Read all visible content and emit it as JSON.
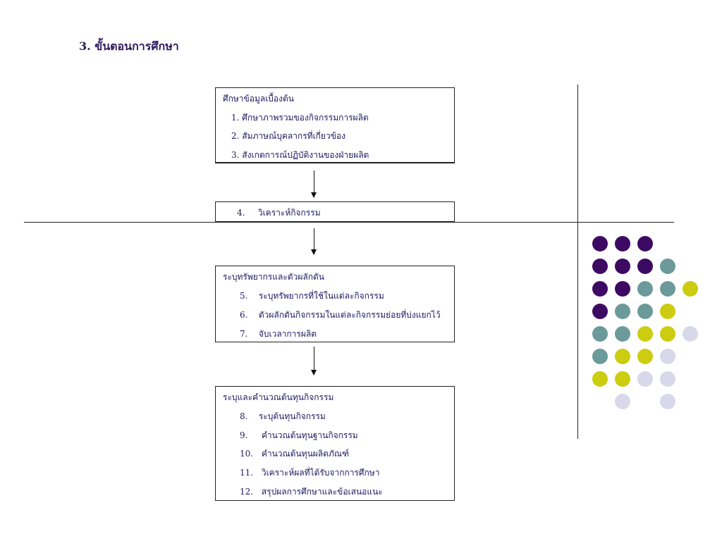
{
  "title": "3. ขั้นตอนการศึกษา",
  "boxes": [
    {
      "heading": "ศึกษาข้อมูลเบื้องต้น",
      "items": [
        {
          "num": "1.",
          "text": "ศึกษาภาพรวมของกิจกรรมการผลิต"
        },
        {
          "num": "2.",
          "text": "สัมภาษณ์บุคลากรที่เกี่ยวข้อง"
        },
        {
          "num": "3.",
          "text": "สังเกตการณ์ปฏิบัติงานของฝ่ายผลิต"
        }
      ]
    },
    {
      "heading": "",
      "items": [
        {
          "num": "4.",
          "text": "วิเคราะห์กิจกรรม"
        }
      ]
    },
    {
      "heading": "ระบุทรัพยากรและตัวผลักดัน",
      "items": [
        {
          "num": "5.",
          "text": "ระบุทรัพยากรที่ใช้ในแต่ละกิจกรรม"
        },
        {
          "num": "6.",
          "text": "ตัวผลักดันกิจกรรมในแต่ละกิจกรรมย่อยที่บ่งแยกไว้"
        },
        {
          "num": "7.",
          "text": "จับเวลาการผลิต"
        }
      ]
    },
    {
      "heading": "ระบุและคำนวณต้นทุนกิจกรรม",
      "items": [
        {
          "num": "8.",
          "text": "ระบุต้นทุนกิจกรรม"
        },
        {
          "num": "9.",
          "text": "คำนวณต้นทุนฐานกิจกรรม"
        },
        {
          "num": "10.",
          "text": "คำนวณต้นทุนผลิตภัณฑ์"
        },
        {
          "num": "11.",
          "text": "วิเคราะห์ผลที่ได้รับจากการศึกษา"
        },
        {
          "num": "12.",
          "text": "สรุปผลการศึกษาและข้อเสนอแนะ"
        }
      ]
    }
  ],
  "colors": {
    "title": "#2e1a5e",
    "text": "#1e1960",
    "dot_purple": "#3d0a63",
    "dot_teal": "#6c9a9a",
    "dot_yellow": "#cccc10",
    "dot_lavender": "#d8d8ea"
  },
  "dot_grid": [
    [
      "purple",
      "purple",
      "purple",
      "",
      "",
      ""
    ],
    [
      "purple",
      "purple",
      "purple",
      "teal",
      "",
      ""
    ],
    [
      "purple",
      "purple",
      "teal",
      "teal",
      "yellow",
      ""
    ],
    [
      "purple",
      "teal",
      "teal",
      "yellow",
      "",
      ""
    ],
    [
      "teal",
      "teal",
      "yellow",
      "yellow",
      "lavender",
      ""
    ],
    [
      "teal",
      "yellow",
      "yellow",
      "lavender",
      "",
      ""
    ],
    [
      "yellow",
      "yellow",
      "lavender",
      "lavender",
      "",
      ""
    ],
    [
      "",
      "lavender",
      "",
      "lavender",
      "",
      ""
    ]
  ]
}
